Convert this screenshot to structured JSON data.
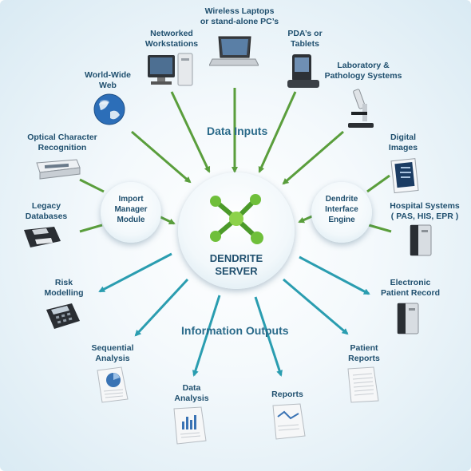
{
  "center": {
    "line1": "DENDRITE",
    "line2": "SERVER"
  },
  "import_module": {
    "line1": "Import",
    "line2": "Manager",
    "line3": "Module"
  },
  "interface_engine": {
    "line1": "Dendrite",
    "line2": "Interface",
    "line3": "Engine"
  },
  "sections": {
    "inputs": "Data Inputs",
    "outputs": "Information Outputs"
  },
  "inputs": {
    "wireless": [
      "Wireless Laptops",
      "or stand-alone PC’s"
    ],
    "networked": [
      "Networked",
      "Workstations"
    ],
    "pdas": [
      "PDA’s or",
      "Tablets"
    ],
    "lab": [
      "Laboratory &",
      "Pathology Systems"
    ],
    "www": [
      "World-Wide",
      "Web"
    ],
    "ocr": [
      "Optical Character",
      "Recognition"
    ],
    "digital": [
      "Digital",
      "Images"
    ],
    "legacy": [
      "Legacy",
      "Databases"
    ],
    "hospital": [
      "Hospital Systems",
      "( PAS, HIS, EPR )"
    ]
  },
  "outputs": {
    "risk": [
      "Risk",
      "Modelling"
    ],
    "epr": [
      "Electronic",
      "Patient Record"
    ],
    "sequential": [
      "Sequential",
      "Analysis"
    ],
    "patient_reports": [
      "Patient",
      "Reports"
    ],
    "data_analysis": [
      "Data",
      "Analysis"
    ],
    "reports": [
      "Reports"
    ]
  },
  "colors": {
    "input_arrow": "#5a9e3c",
    "output_arrow": "#2a9db0",
    "text": "#1f4f6e"
  }
}
